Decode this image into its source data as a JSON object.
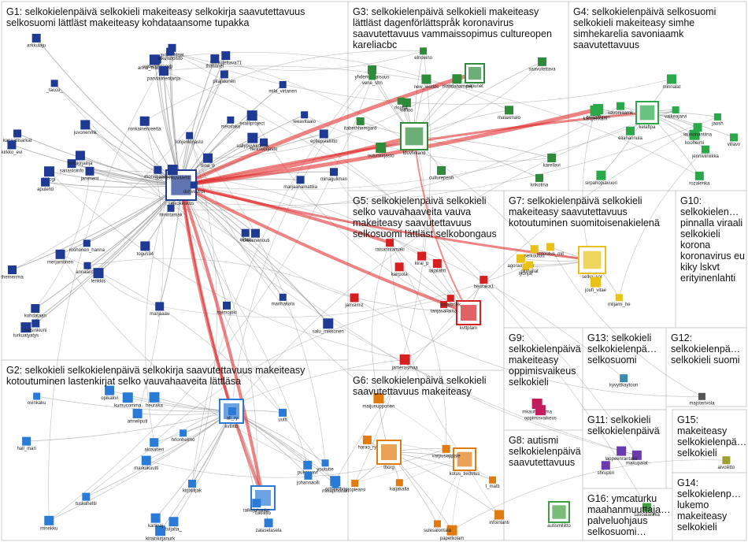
{
  "groups": [
    {
      "id": "G1",
      "header": "G1: selkokielenpäivä selkokieli makeiteasy selkokirja saavutettavuus selkosuomi lättläst makeiteasy kohdataansome tupakka",
      "color": "#1f3a93"
    },
    {
      "id": "G2",
      "header": "G2: selkokieli selkokielenpäivä selkokirja saavutettavuus makeiteasy kotoutuminen lastenkirjat selko vauvahaaveita lättläsa",
      "color": "#2b7bd6"
    },
    {
      "id": "G3",
      "header": "G3: selkokielenpäivä selkokieli makeiteasy lättläst dagenförlättspråk koronavirus saavutettavuus vammaissopimus cultureopen kareliacbc",
      "color": "#2e8b3a"
    },
    {
      "id": "G4",
      "header": "G4: selkokielenpäivä selkosuomi selkokieli makeiteasy simhe simhekarelia savoniaamk saavutettavuus",
      "color": "#2aa84a"
    },
    {
      "id": "G5",
      "header": "G5: selkokielenpäivä selkokieli selko vauvahaaveita vauva makeiteasy saavutettavuus selkosuomi lättläst selkobongaus",
      "color": "#d42020"
    },
    {
      "id": "G6",
      "header": "G6: selkokielenpäivä selkokieli saavutettavuus makeiteasy",
      "color": "#e07b10"
    },
    {
      "id": "G7",
      "header": "G7: selkokielenpäivä selkokieli makeiteasy saavutettavuus kotoutuminen suomitoisenakielenä",
      "color": "#e8c21a"
    },
    {
      "id": "G8",
      "header": "G8: autismi selkokielenpäivä saavutettavuus",
      "color": "#17a08e"
    },
    {
      "id": "G9",
      "header": "G9: selkokielenpäivä makeiteasy oppimisvaikeus selkokieli",
      "color": "#c01b5a"
    },
    {
      "id": "G10",
      "header": "G10: selkokielen… pinnalla viraali selkokieli korona koronavirus eu kiky lskvt erityinenlahti",
      "color": "#b03aa0"
    },
    {
      "id": "G11",
      "header": "G11: selkokieli selkokielenpäivä",
      "color": "#6a3ab0"
    },
    {
      "id": "G12",
      "header": "G12: selkokielenpä… selkokieli suomi",
      "color": "#555555"
    },
    {
      "id": "G13",
      "header": "G13: selkokieli selkokielenpä… selkosuomi",
      "color": "#3a8ab0"
    },
    {
      "id": "G14",
      "header": "G14: selkokielenp… lukemo makeiteasy selkokieli",
      "color": "#8a6a3a"
    },
    {
      "id": "G15",
      "header": "G15: makeiteasy selkokielenpä… selkokieli",
      "color": "#a0a030"
    },
    {
      "id": "G16",
      "header": "G16: ymcaturku maahanmuuttaja… palveluohjaus selkosuomi…",
      "color": "#40a040"
    }
  ],
  "nodes": {
    "g1": [
      "selkokeskus",
      "minntamak",
      "janiment",
      "kohdataan",
      "ronkainenreetta",
      "saavutettava71",
      "ruohonen_hanna",
      "duhvevirpi",
      "turkuatyatys",
      "kblogi",
      "sanastoinfo",
      "metafako",
      "minaguliman",
      "lohjenkirjasto",
      "helinkkirjasto",
      "helsinkiuni",
      "marjaanamattila",
      "tiina_p",
      "pitajalonen",
      "uudenmaanvh",
      "togus34",
      "epilepsialiitto",
      "suomenkuvalehti",
      "monimaaaati",
      "annaanttila",
      "lenkkis",
      "salu_mikkonen",
      "ronkainenouti",
      "kanaaliisarkat",
      "tietokirjailija",
      "esalliproject",
      "kirkko_evi",
      "anna_matamala",
      "marjaaau",
      "parvialinentanja",
      "leeavitaalo",
      "merjamtinen",
      "haimojoki",
      "mila_virtanen",
      "arkkulaju",
      "marihakola",
      "avain_kirjat",
      "aikuisopisto",
      "juvonenmk",
      "_taccu_",
      "thimonet",
      "apulehti",
      "themenma",
      "sallypyykkonen",
      "elitaa"
    ],
    "g2": [
      "kvtlitto",
      "tukiliitto",
      "kumucomma",
      "ovinkaku",
      "opikakvi",
      "aktaatteri",
      "pukataavi",
      "minnkku",
      "tuljalta_",
      "kirainkirjanurk",
      "markukuutti",
      "zalaselasela",
      "cchlindho",
      "heuraka",
      "kirjalilijak",
      "taikojahanke",
      "karlinaj",
      "hall_mari",
      "mikapihonan",
      "all_ry",
      "hrlonhelmo",
      "youtube",
      "anneliputi",
      "tuskaheltil",
      "johannaolli",
      "uutti"
    ],
    "g3": [
      "fduvfinland",
      "papunet",
      "culturepenfi",
      "yhdenvertaisuus",
      "kiillioo",
      "elnoeino",
      "malaxmalo",
      "saavutettava",
      "rkusul",
      "oulunkirjasto",
      "itabethhemgard",
      "new_worlds",
      "matidahamnel",
      "krikotina",
      "karellavi",
      "vene_stm"
    ],
    "g4": [
      "kelaftpa",
      "kooheimi",
      "savoniaamk",
      "sirpahopiavuori",
      "jenniviiniikka",
      "minnalat",
      "villavv",
      "eliahannula",
      "karipekkam",
      "launonantiina",
      "vaikeajarvi",
      "esslahtinen",
      "rozalenka",
      "jaosh"
    ],
    "g5": [
      "kvttplam",
      "heuraka1",
      "raisarintamaki",
      "jamerasmaa",
      "tanjasallama",
      "kirai_p",
      "kairpola",
      "ialjalahti",
      "kmattinek",
      "jamsimiz"
    ],
    "g6": [
      "thorg",
      "kotus_tiedotus",
      "tiltoplearsi",
      "harao_ry",
      "papelliolam",
      "maijunupponen",
      "infoinlanti",
      "sulesalontala",
      "kaijakalla",
      "varpuseppale",
      "t_matti"
    ],
    "g7": [
      "selko_sor",
      "miljami_he",
      "kotoutus_mit",
      "agoraolkkow",
      "joufi_vitae",
      "lyonjar",
      "selkoutuu",
      "pinnallat"
    ],
    "g9": [
      "mkauhaluoma",
      "oppimisvaikeus"
    ],
    "g11": [
      "makupalat",
      "lappeenrantakir",
      "shruptiri"
    ],
    "g12": [
      "majsterivola"
    ],
    "g13": [
      "kyvyttkaytoon"
    ],
    "g15": [
      "aivoliitto"
    ],
    "g16": [
      "autismiliitto",
      "savoalaisika"
    ]
  },
  "colors": {
    "edge_gray": "#8a8a8a",
    "edge_red": "#e01e1e",
    "box_border": "#cccccc",
    "label": "#222222"
  }
}
